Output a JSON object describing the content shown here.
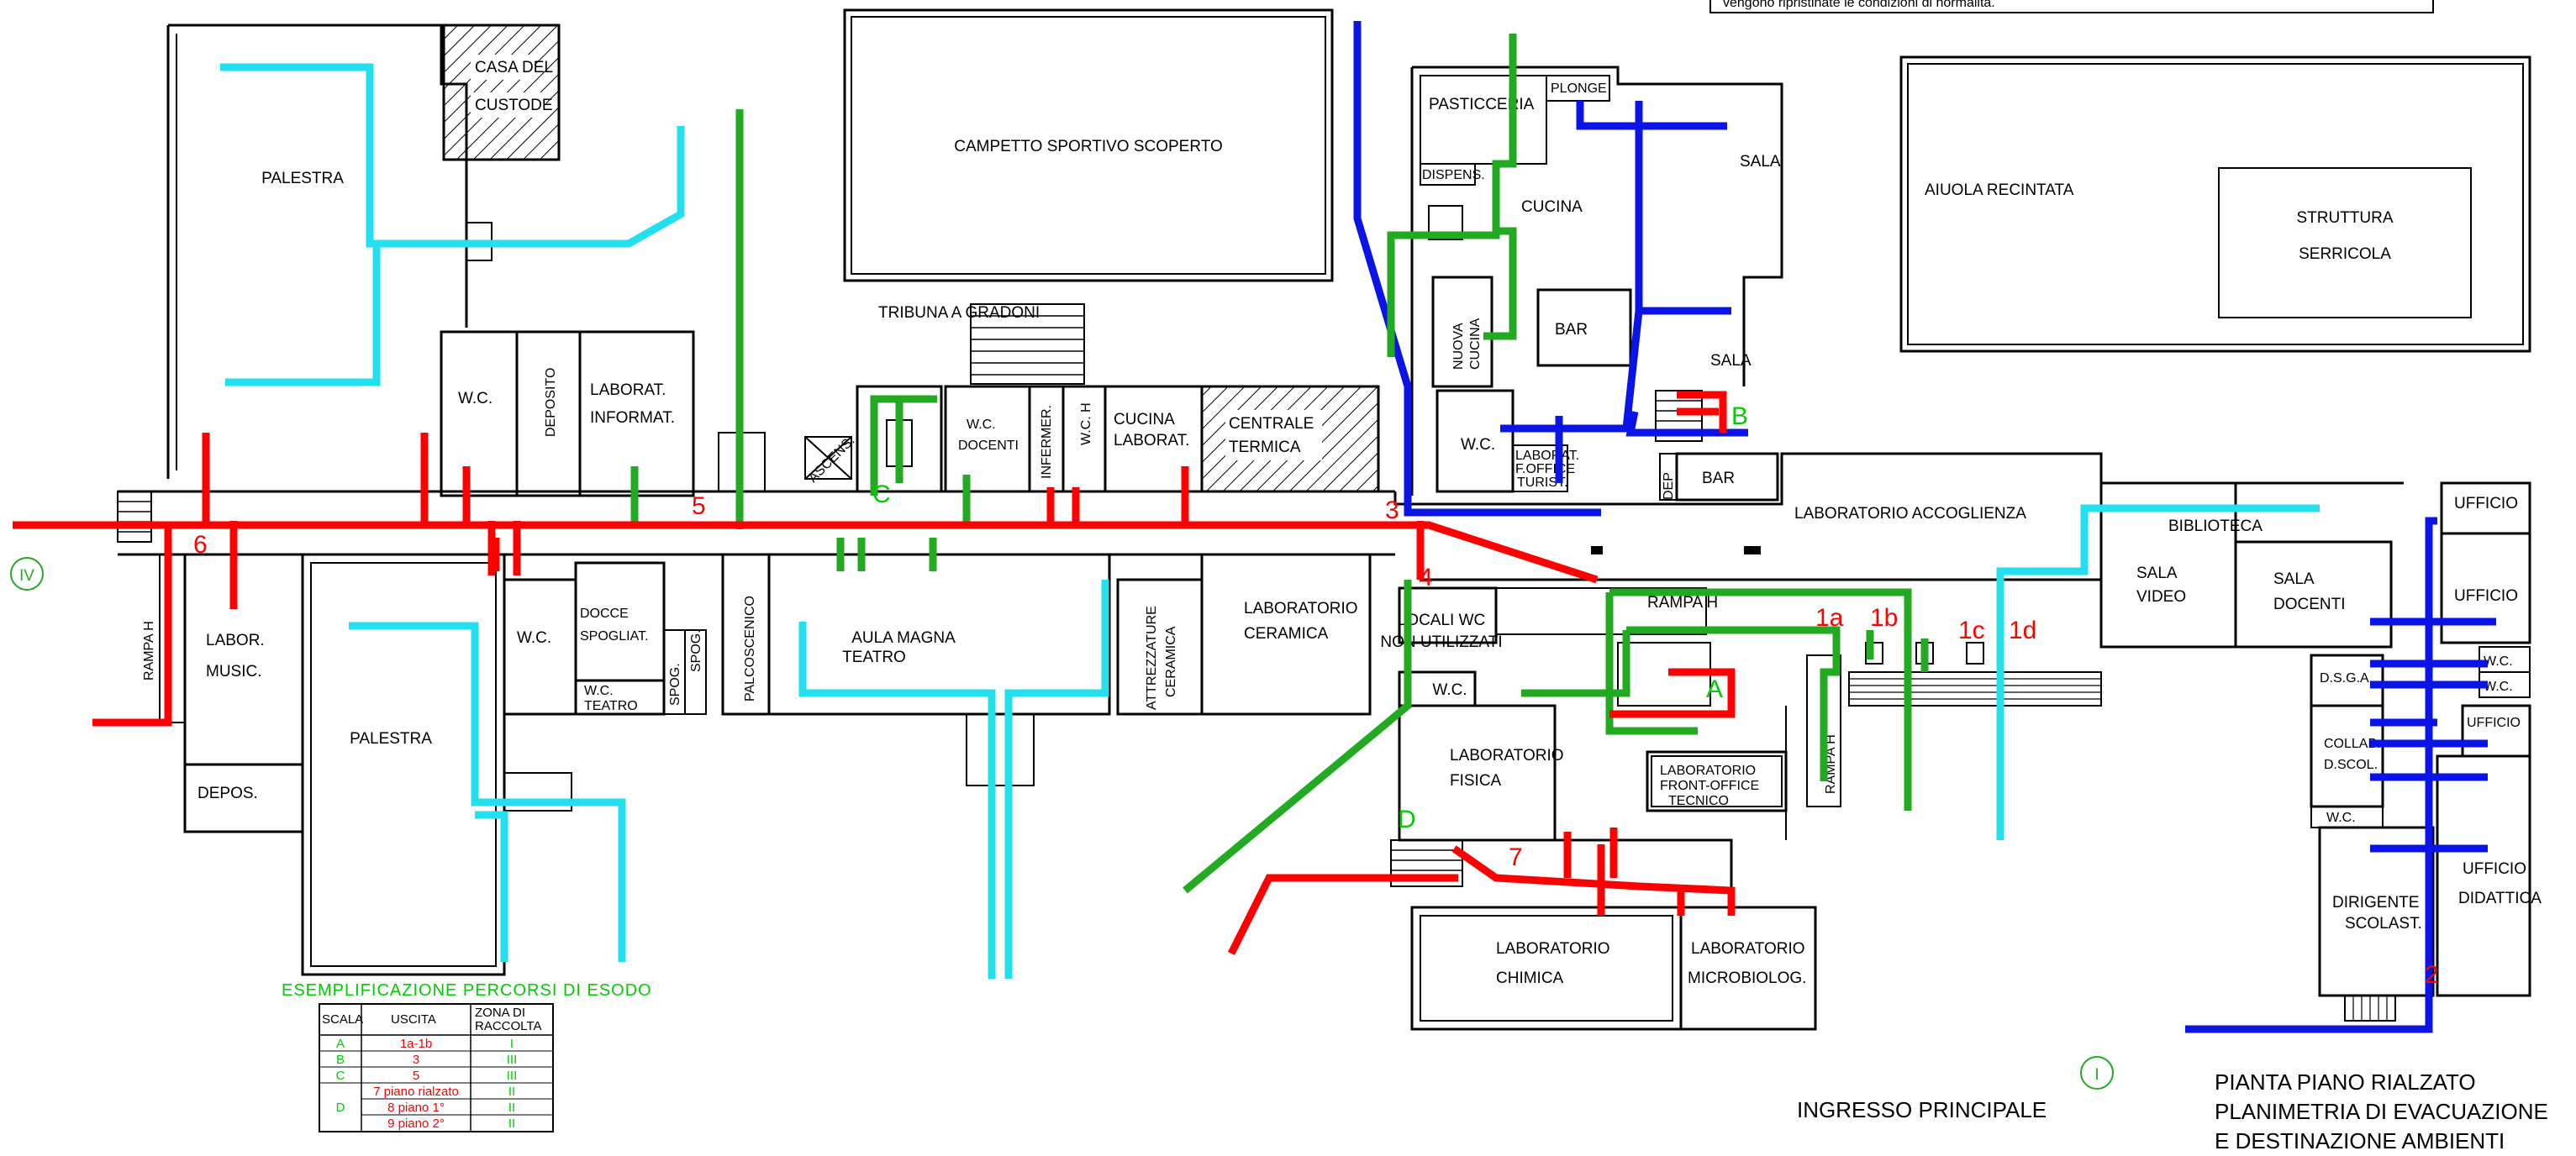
{
  "notice": "vengono ripristinate le condizioni di normalità.",
  "outdoor": {
    "campetto": "CAMPETTO  SPORTIVO  SCOPERTO",
    "aiuola": "AIUOLA  RECINTATA",
    "struttura_1": "STRUTTURA",
    "struttura_2": "SERRICOLA",
    "tribuna": "TRIBUNA  A GRADONI"
  },
  "rooms": {
    "palestra_n": "PALESTRA",
    "casa_1": "CASA  DEL",
    "casa_2": "CUSTODE",
    "wc_1": "W.C.",
    "deposito": "DEPOSITO",
    "lab_inf_1": "LABORAT.",
    "lab_inf_2": "INFORMAT.",
    "ascens": "ASCENS.",
    "wc_docenti_1": "W.C.",
    "wc_docenti_2": "DOCENTI",
    "infermeria": "INFERMER.",
    "wch": "W.C. H",
    "cucina_lab_1": "CUCINA",
    "cucina_lab_2": "LABORAT.",
    "centrale_1": "CENTRALE",
    "centrale_2": "TERMICA",
    "pasticceria": "PASTICCERIA",
    "plonge": "PLONGE",
    "dispensa": "DISPENS.",
    "cucina": "CUCINA",
    "sala_1": "SALA",
    "nuova_cucina_1": "NUOVA",
    "nuova_cucina_2": "CUCINA",
    "bar_1": "BAR",
    "sala_2": "SALA",
    "wc_kitchen": "W.C.",
    "laborat_fo_1": "LABORAT.",
    "laborat_fo_2": "F.OFFICE",
    "laborat_fo_3": "TURIST.",
    "dep": "DEP",
    "bar_2": "BAR",
    "lab_accoglienza": "LABORATORIO   ACCOGLIENZA",
    "ufficio_1": "UFFICIO",
    "biblioteca": "BIBLIOTECA",
    "sala_video_1": "SALA",
    "sala_video_2": "VIDEO",
    "sala_docenti_1": "SALA",
    "sala_docenti_2": "DOCENTI",
    "ufficio_2": "UFFICIO",
    "wc_r1": "W.C.",
    "wc_r2": "W.C.",
    "dsga": "D.S.G.A.",
    "ufficio_3": "UFFICIO",
    "collab_1": "COLLAB.",
    "collab_2": "D.SCOL.",
    "wc_r3": "W.C.",
    "ufficio_did_1": "UFFICIO",
    "ufficio_did_2": "DIDATTICA",
    "dirigente_1": "DIRIGENTE",
    "dirigente_2": "SCOLAST.",
    "rampa_h_left": "RAMPA H",
    "labor_music_1": "LABOR.",
    "labor_music_2": "MUSIC.",
    "depos": "DEPOS.",
    "palestra_s": "PALESTRA",
    "wc_s": "W.C.",
    "docce_1": "DOCCE",
    "docce_2": "SPOGLIAT.",
    "wc_teatro_1": "W.C.",
    "wc_teatro_2": "TEATRO",
    "spog_1": "SPOG.",
    "spog_2": "SPOG.",
    "palcoscenico": "PALCOSCENICO",
    "aula_magna_1": "AULA  MAGNA",
    "aula_magna_2": "TEATRO",
    "attrezzature_1": "ATTREZZATURE",
    "attrezzature_2": "CERAMICA",
    "lab_ceramica_1": "LABORATORIO",
    "lab_ceramica_2": "CERAMICA",
    "locali_wc_1": "LOCALI WC",
    "locali_wc_2": "NON UTILIZZATI",
    "rampa_h_mid": "RAMPA H",
    "wc_mid": "W.C.",
    "lab_fisica_1": "LABORATORIO",
    "lab_fisica_2": "FISICA",
    "lab_fo_tec_1": "LABORATORIO",
    "lab_fo_tec_2": "FRONT-OFFICE",
    "lab_fo_tec_3": "TECNICO",
    "rampa_h_right": "RAMPA H",
    "lab_chimica_1": "LABORATORIO",
    "lab_chimica_2": "CHIMICA",
    "lab_micro_1": "LABORATORIO",
    "lab_micro_2": "MICROBIOLOG."
  },
  "exits": {
    "e1a": "1a",
    "e1b": "1b",
    "e1c": "1c",
    "e1d": "1d",
    "e2": "2",
    "e3": "3",
    "e4": "4",
    "e5": "5",
    "e6": "6",
    "e7": "7"
  },
  "stairs": {
    "A": "A",
    "B": "B",
    "C": "C",
    "D": "D"
  },
  "zones": {
    "I": "I",
    "IV": "IV"
  },
  "legend": {
    "title": "ESEMPLIFICAZIONE  PERCORSI  DI ESODO",
    "headers": [
      "SCALA",
      "USCITA",
      "ZONA DI",
      "RACCOLTA"
    ],
    "rows": [
      {
        "scala": "A",
        "uscita": "1a-1b",
        "zona": "I"
      },
      {
        "scala": "B",
        "uscita": "3",
        "zona": "III"
      },
      {
        "scala": "C",
        "uscita": "5",
        "zona": "III"
      },
      {
        "scala": "D",
        "uscita": "7 piano rialzato",
        "zona": "II"
      },
      {
        "scala": "",
        "uscita": "8 piano 1°",
        "zona": "II"
      },
      {
        "scala": "",
        "uscita": "9 piano 2°",
        "zona": "II"
      }
    ]
  },
  "ingresso": "INGRESSO  PRINCIPALE",
  "plan_title": [
    "PIANTA PIANO RIALZATO",
    "PLANIMETRIA DI EVACUAZIONE",
    "E DESTINAZIONE AMBIENTI"
  ],
  "colors": {
    "red": "#ff0000",
    "green": "#22aa22",
    "cyan": "#22e0ee",
    "blue": "#0a14e6",
    "label_green": "#00cc00"
  }
}
